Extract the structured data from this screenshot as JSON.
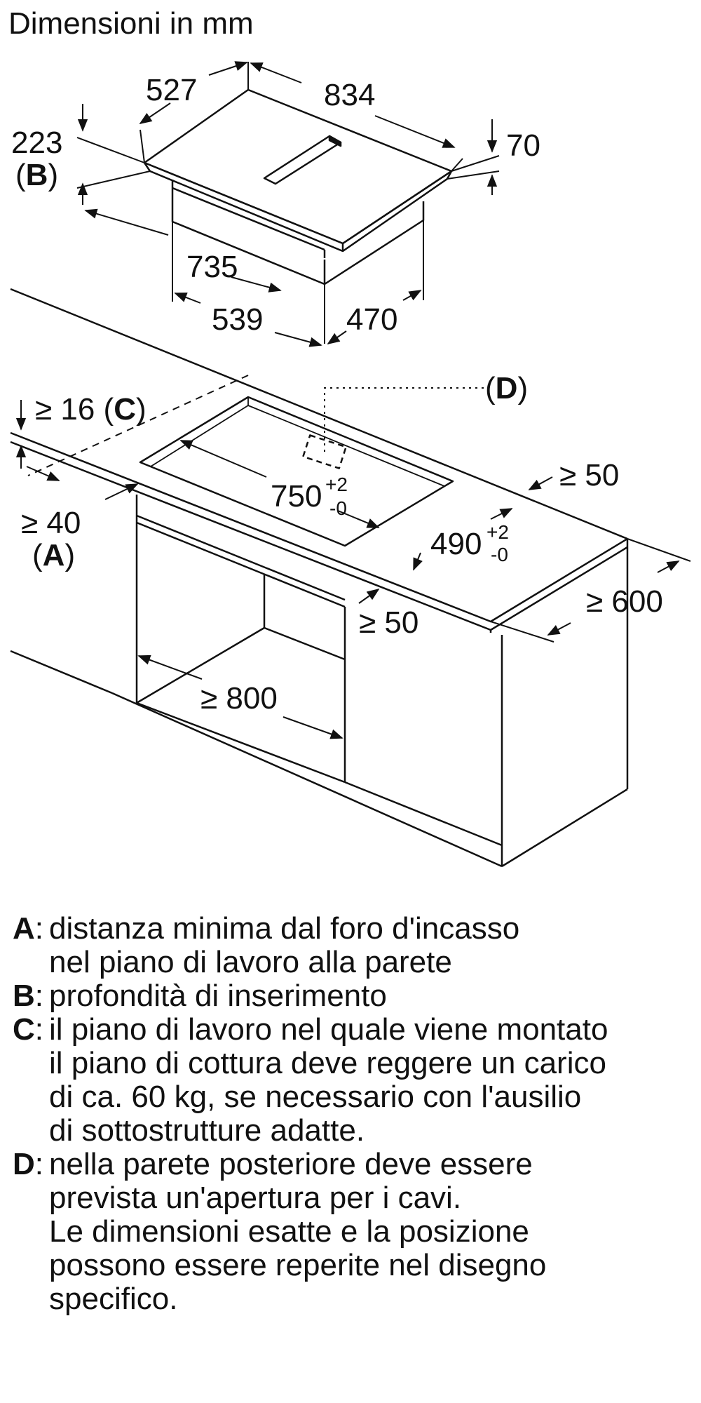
{
  "header": {
    "title": "Dimensioni in mm"
  },
  "dimensions": {
    "hob_depth": "527",
    "hob_width": "834",
    "insert_depth": "223",
    "thickness": "70",
    "body_width": "735",
    "body_front": "539",
    "body_side": "470",
    "cutout_width": "750",
    "cutout_depth": "490",
    "tol_plus": "+2",
    "tol_minus": "-0",
    "min_worktop": "≥ 16",
    "min_wall": "≥ 40",
    "min_back": "≥ 50",
    "min_front": "≥ 50",
    "min_depth": "≥ 600",
    "min_cabinet": "≥ 800"
  },
  "labels": {
    "a": "A",
    "b": "B",
    "c": "C",
    "d": "D"
  },
  "legend": [
    {
      "key": "A",
      "lines": [
        "distanza minima dal foro d'incasso",
        "nel piano di lavoro alla parete"
      ]
    },
    {
      "key": "B",
      "lines": [
        "profondità di inserimento"
      ]
    },
    {
      "key": "C",
      "lines": [
        "il piano di lavoro nel quale viene montato",
        "il piano di cottura deve reggere un carico",
        "di ca. 60 kg, se necessario con l'ausilio",
        "di sottostrutture adatte."
      ]
    },
    {
      "key": "D",
      "lines": [
        "nella parete posteriore deve essere",
        "prevista un'apertura per i cavi.",
        "Le dimensioni esatte e la posizione",
        "possono essere reperite nel disegno",
        "specifico."
      ]
    }
  ]
}
